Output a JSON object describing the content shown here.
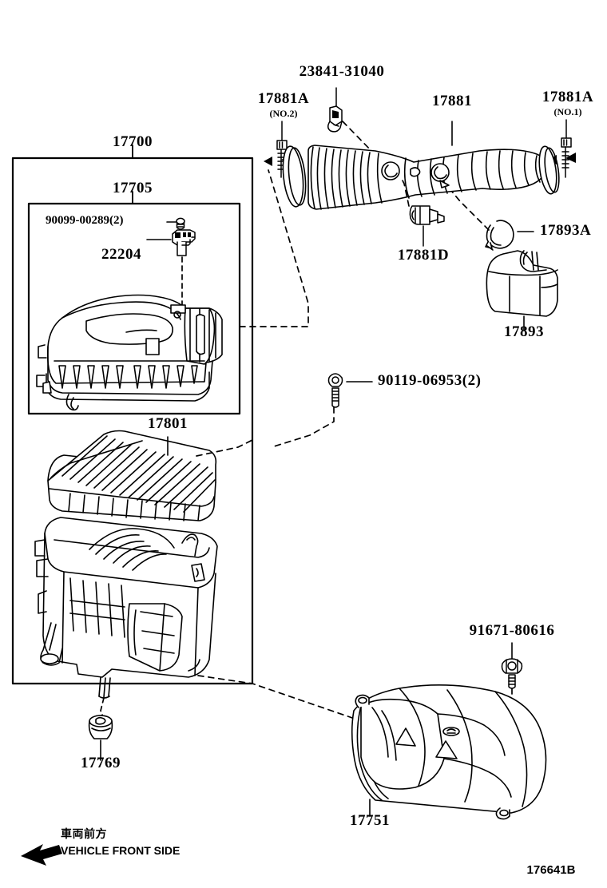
{
  "diagram": {
    "id_code": "176641B",
    "front_marker": {
      "japanese": "車両前方",
      "english": "VEHICLE FRONT SIDE",
      "icon": "left-arrow-icon"
    }
  },
  "labels": {
    "group_outer": "17700",
    "group_inner": "17705",
    "cap_screw": "90099-00289(2)",
    "maf_sensor": "22204",
    "hose_clamp_no2": "17881A",
    "hose_clamp_no2_note": "(NO.2)",
    "hose_bracket": "23841-31040",
    "air_hose": "17881",
    "hose_clamp_no1": "17881A",
    "hose_clamp_no1_note": "(NO.1)",
    "pcv_valve": "17881D",
    "resonator_clamp": "17893A",
    "resonator": "17893",
    "case_bolt": "90119-06953(2)",
    "air_filter_element": "17801",
    "case_grommet": "17769",
    "inlet_duct": "17751",
    "duct_bolt": "91671-80616"
  },
  "parts": [
    {
      "number": "17700",
      "name": "air-cleaner-assembly-group-box"
    },
    {
      "number": "17705",
      "name": "air-cleaner-cap-sub-assembly-group-box"
    },
    {
      "number": "90099-00289(2)",
      "name": "cap-screw"
    },
    {
      "number": "22204",
      "name": "mass-air-flow-meter"
    },
    {
      "number": "17881A",
      "name": "air-hose-clamp-no2"
    },
    {
      "number": "23841-31040",
      "name": "hose-clip-bracket"
    },
    {
      "number": "17881",
      "name": "air-cleaner-hose"
    },
    {
      "number": "17881A",
      "name": "air-hose-clamp-no1"
    },
    {
      "number": "17881D",
      "name": "air-hose-valve"
    },
    {
      "number": "17893A",
      "name": "resonator-clamp"
    },
    {
      "number": "17893",
      "name": "air-resonator"
    },
    {
      "number": "90119-06953(2)",
      "name": "air-cleaner-case-bolt"
    },
    {
      "number": "17801",
      "name": "air-filter-element"
    },
    {
      "number": "17769",
      "name": "air-cleaner-case-grommet"
    },
    {
      "number": "17751",
      "name": "air-cleaner-inlet-duct"
    },
    {
      "number": "91671-80616",
      "name": "inlet-duct-bolt"
    }
  ],
  "colors": {
    "line": "#000000",
    "background": "#ffffff"
  }
}
